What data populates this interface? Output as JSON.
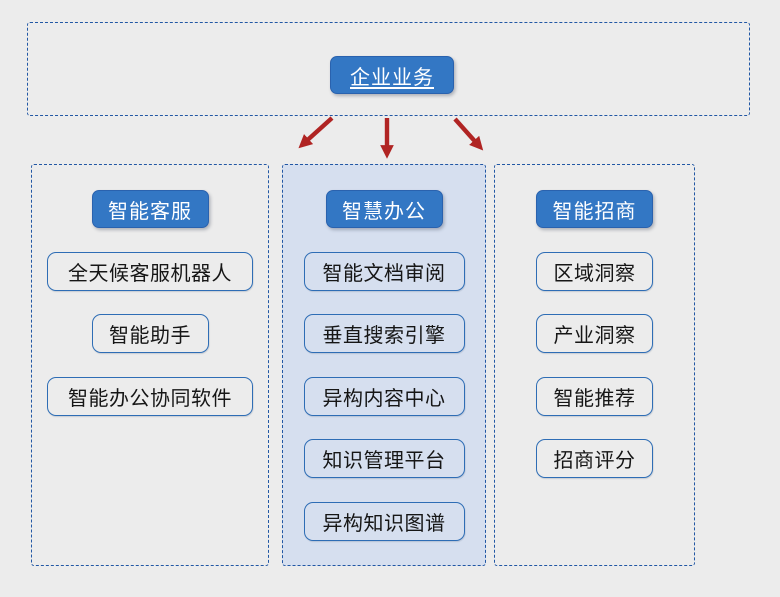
{
  "diagram": {
    "root": {
      "label": "企业业务"
    },
    "columns": [
      {
        "header": "智能客服",
        "items": [
          "全天候客服机器人",
          "智能助手",
          "智能办公协同软件"
        ]
      },
      {
        "header": "智慧办公",
        "items": [
          "智能文档审阅",
          "垂直搜索引擎",
          "异构内容中心",
          "知识管理平台",
          "异构知识图谱"
        ]
      },
      {
        "header": "智能招商",
        "items": [
          "区域洞察",
          "产业洞察",
          "智能推荐",
          "招商评分"
        ]
      }
    ]
  },
  "colors": {
    "background": "#ececec",
    "dashed_border": "#2257a4",
    "node_fill": "#3377c4",
    "node_border": "#2a62ae",
    "node_text": "#ffffff",
    "item_border": "#2e6db5",
    "item_text": "#161616",
    "middle_panel_fill": "#d6dfef",
    "arrow": "#b02423"
  }
}
